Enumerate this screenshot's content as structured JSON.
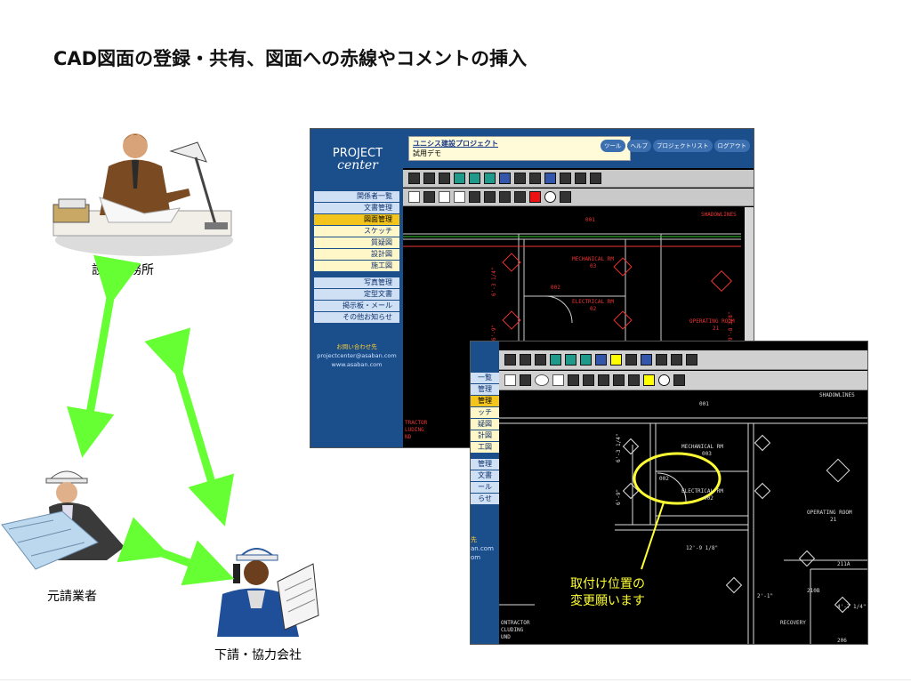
{
  "slide": {
    "title": "CAD図面の登録・共有、図面への赤線やコメントの挿入"
  },
  "roles": {
    "design_office": "設計事務所",
    "general_contractor": "元請業者",
    "subcontractor": "下請・協力会社"
  },
  "app": {
    "logo_line1": "PROJECT",
    "logo_line2": "center",
    "project_name": "ユニシス建設プロジェクト",
    "project_subtitle": "試用デモ",
    "nav": [
      "ツール",
      "ヘルプ",
      "プロジェクトリスト",
      "ログアウト"
    ],
    "menu": [
      "関係者一覧",
      "文書管理",
      "図面管理",
      "スケッチ",
      "質疑図",
      "設計図",
      "施工図",
      "写真管理",
      "定型文書",
      "掲示板・メール",
      "その他お知らせ"
    ],
    "contact": [
      "お問い合わせ先",
      "projectcenter@asaban.com",
      "www.asaban.com"
    ],
    "front_menu_fragments": [
      "一覧",
      "管理",
      "管理",
      "ッチ",
      "疑図",
      "計図",
      "工図",
      "管理",
      "文書",
      "ール",
      "らせ",
      "先",
      "an.com",
      "om"
    ]
  },
  "cad": {
    "labels_back": [
      "SHADOWLINES",
      "001",
      "MECHANICAL RM",
      "03",
      "002",
      "ELECTRICAL RM",
      "02",
      "OPERATING ROOM",
      "21",
      "6'-3 1/4\"",
      "6'-9\"",
      "9'-8 3/8\"",
      "TRACTOR",
      "LUDING",
      "ND"
    ],
    "labels_front": [
      "SHADOWLINES",
      "001",
      "MECHANICAL RM",
      "003",
      "002",
      "ELECTRICAL RM",
      "002",
      "OPERATING ROOM",
      "21",
      "211A",
      "210B",
      "12'-9 1/8\"",
      "6'-3 1/4\"",
      "6'-9\"",
      "4'-7 1/4\"",
      "2'-1\"",
      "RECOVERY",
      "206",
      "ONTRACTOR",
      "CLUDING",
      "UND"
    ]
  },
  "callout": {
    "line1": "取付け位置の",
    "line2": "変更願います"
  },
  "colors": {
    "arrow": "#66ff33",
    "brand_blue": "#1a4f8c",
    "menu_active": "#f3c51c",
    "annotation": "#ffff33"
  }
}
